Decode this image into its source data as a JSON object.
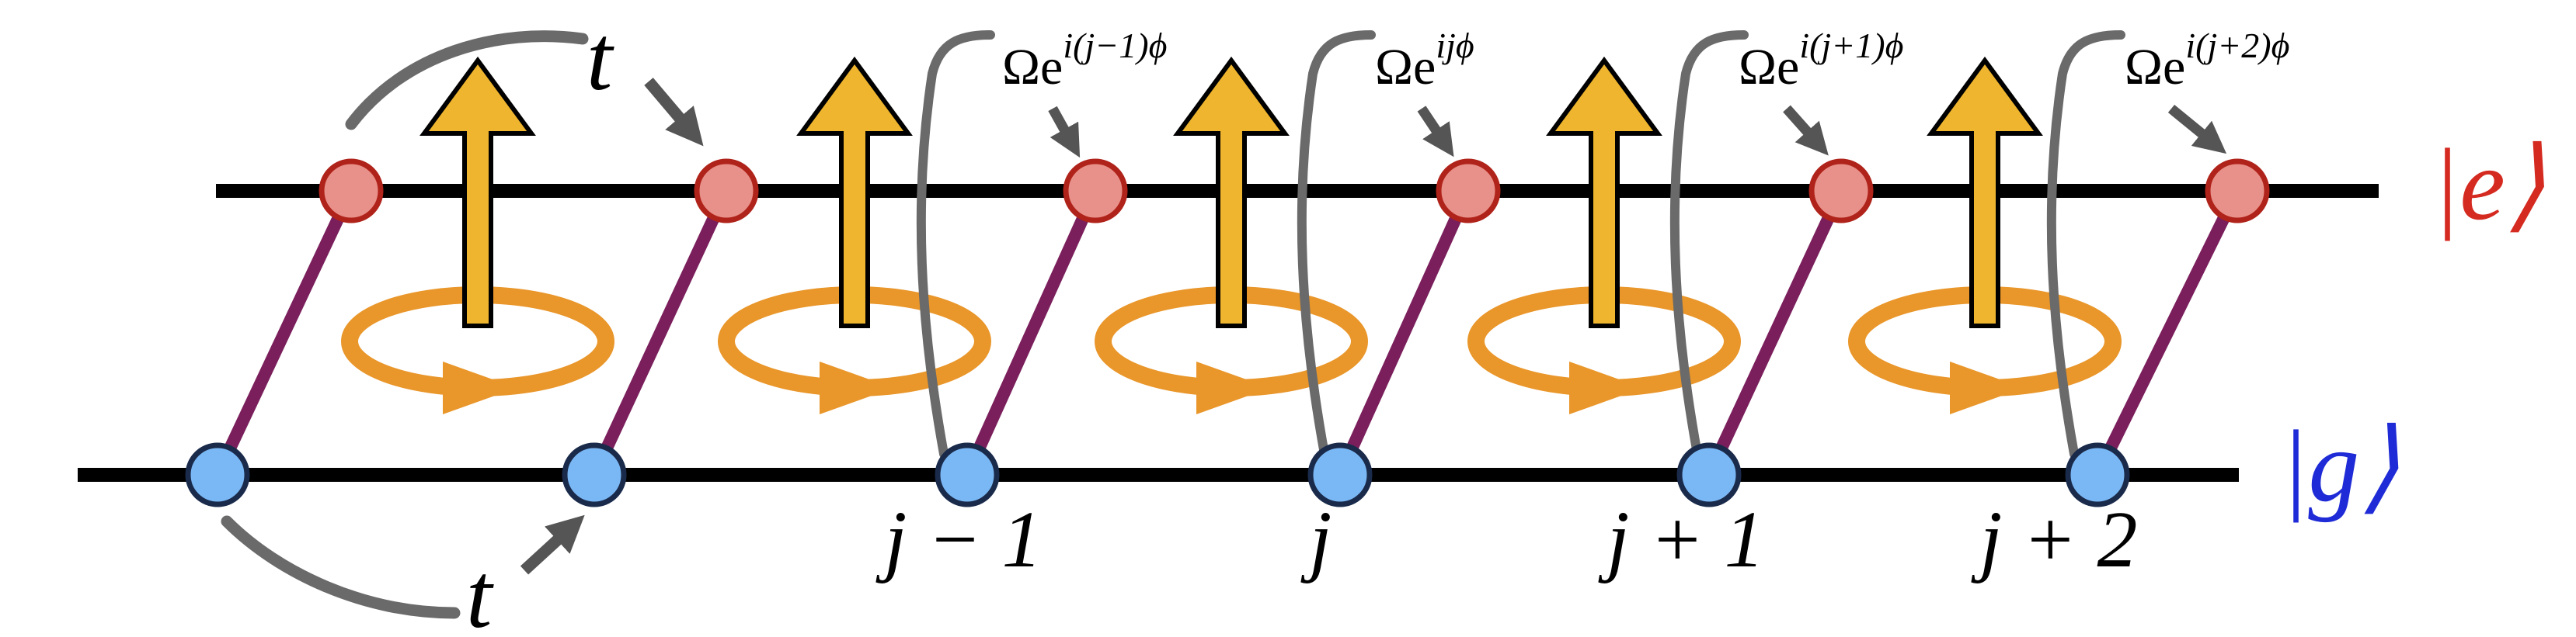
{
  "diagram": {
    "levels": {
      "excited": {
        "label": "|e⟩",
        "color": "#d42a20"
      },
      "ground": {
        "label": "|g⟩",
        "color": "#1f2bd6"
      }
    },
    "hopping_label": "t",
    "site_labels": [
      "j − 1",
      "j",
      "j + 1",
      "j + 2"
    ],
    "coupling_labels": [
      {
        "base": "Ωe",
        "exp": "i(j−1)ϕ"
      },
      {
        "base": "Ωe",
        "exp": "ijϕ"
      },
      {
        "base": "Ωe",
        "exp": "i(j+1)ϕ"
      },
      {
        "base": "Ωe",
        "exp": "i(j+2)ϕ"
      }
    ],
    "colors": {
      "line": "#000000",
      "rung": "#7a1f5c",
      "excited_atom": "#e8918a",
      "excited_atom_stroke": "#b0231a",
      "ground_atom": "#7ab8f5",
      "ground_atom_stroke": "#1a2a4a",
      "arrow_fill": "#efb52e",
      "ring": "#e9962a",
      "curve": "#6a6a6a"
    }
  }
}
